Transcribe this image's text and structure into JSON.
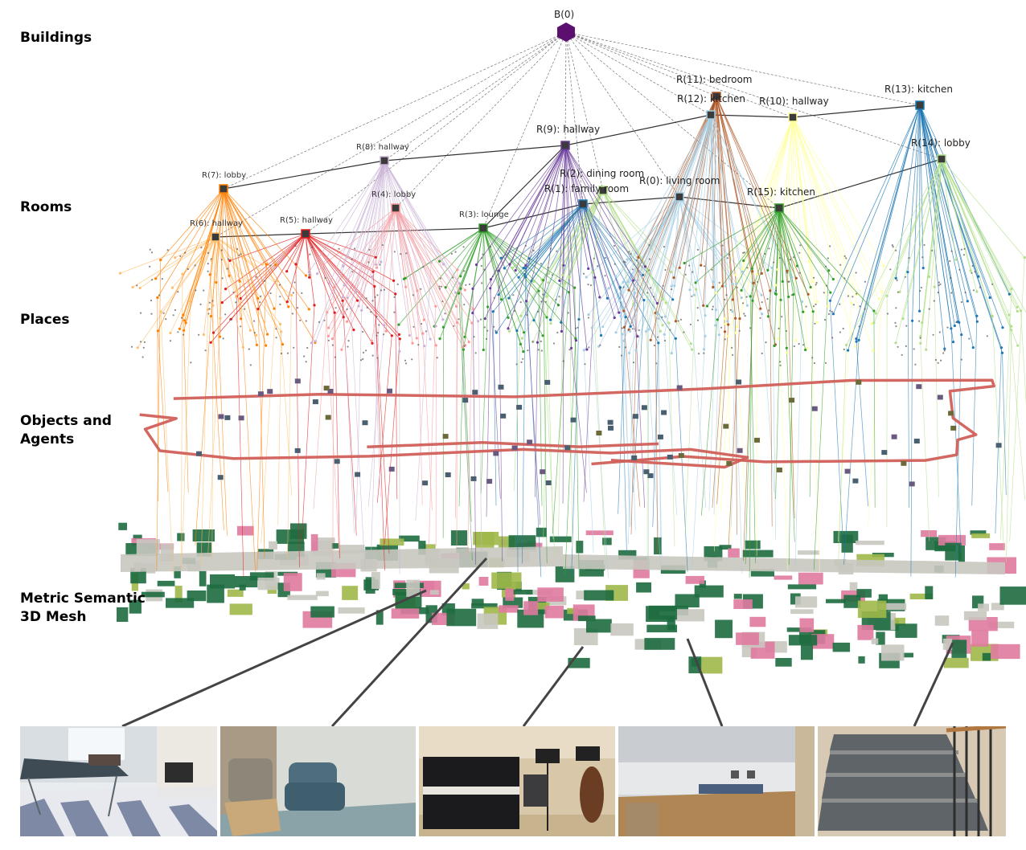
{
  "layers": [
    {
      "id": "buildings",
      "label": "Buildings"
    },
    {
      "id": "rooms",
      "label": "Rooms"
    },
    {
      "id": "places",
      "label": "Places"
    },
    {
      "id": "objects",
      "label": "Objects and\nAgents"
    },
    {
      "id": "mesh",
      "label": "Metric Semantic\n3D Mesh"
    }
  ],
  "building": {
    "label": "B(0)",
    "color": "#5b0f6e"
  },
  "rooms": [
    {
      "id": "R(0)",
      "name": "living  room",
      "color": "#a6cee3"
    },
    {
      "id": "R(1)",
      "name": "family  room",
      "color": "#1f78b4"
    },
    {
      "id": "R(2)",
      "name": "dining  room",
      "color": "#b2df8a"
    },
    {
      "id": "R(3)",
      "name": "lounge",
      "color": "#33a02c"
    },
    {
      "id": "R(4)",
      "name": "lobby",
      "color": "#fb9a99"
    },
    {
      "id": "R(5)",
      "name": "hallway",
      "color": "#e31a1c"
    },
    {
      "id": "R(6)",
      "name": "hallway",
      "color": "#fdbf6f"
    },
    {
      "id": "R(7)",
      "name": "lobby",
      "color": "#ff7f00"
    },
    {
      "id": "R(8)",
      "name": "hallway",
      "color": "#cab2d6"
    },
    {
      "id": "R(9)",
      "name": "hallway",
      "color": "#6a3d9a"
    },
    {
      "id": "R(10)",
      "name": "hallway",
      "color": "#ffff99"
    },
    {
      "id": "R(11)",
      "name": "bedroom",
      "color": "#b15928"
    },
    {
      "id": "R(12)",
      "name": "kitchen",
      "color": "#a6cee3"
    },
    {
      "id": "R(13)",
      "name": "kitchen",
      "color": "#1f78b4"
    },
    {
      "id": "R(14)",
      "name": "lobby",
      "color": "#b2df8a"
    },
    {
      "id": "R(15)",
      "name": "kitchen",
      "color": "#33a02c"
    }
  ],
  "colors": {
    "agent_trajectory": "#d1605a",
    "mesh_green": "#1d6b3f",
    "mesh_pink": "#e07aa0",
    "mesh_gray": "#c8c6bf",
    "object_node": "#4a6070"
  },
  "photos": [
    {
      "name": "ping-pong-room"
    },
    {
      "name": "armchairs-corner"
    },
    {
      "name": "piano-room"
    },
    {
      "name": "large-hall"
    },
    {
      "name": "staircase"
    }
  ]
}
